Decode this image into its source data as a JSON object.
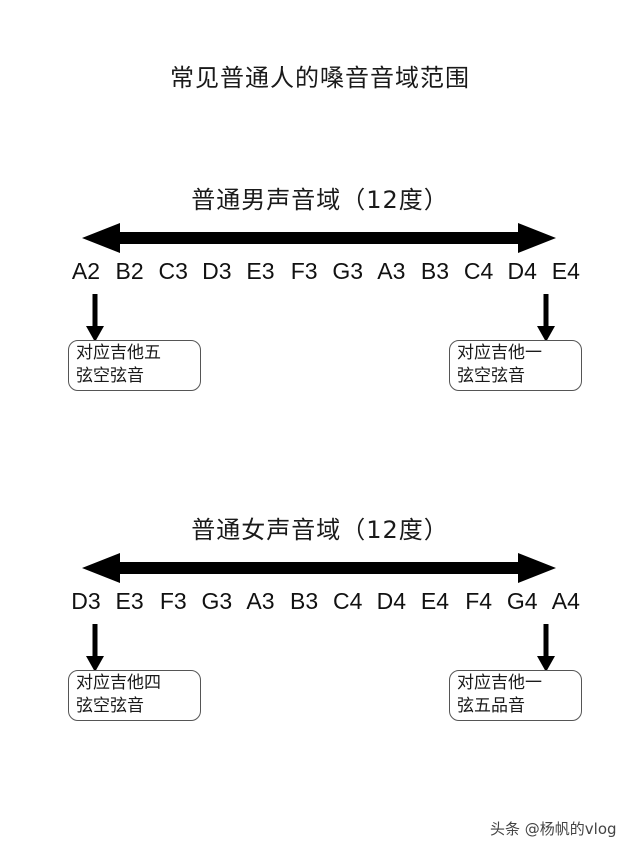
{
  "title": "常见普通人的嗓音音域范围",
  "sections": [
    {
      "id": "male",
      "heading": "普通男声音域（12度）",
      "notes": [
        "A2",
        "B2",
        "C3",
        "D3",
        "E3",
        "F3",
        "G3",
        "A3",
        "B3",
        "C4",
        "D4",
        "E4"
      ],
      "left_box": {
        "line1": "对应吉他五",
        "line2": "弦空弦音"
      },
      "right_box": {
        "line1": "对应吉他一",
        "line2": "弦空弦音"
      }
    },
    {
      "id": "female",
      "heading": "普通女声音域（12度）",
      "notes": [
        "D3",
        "E3",
        "F3",
        "G3",
        "A3",
        "B3",
        "C4",
        "D4",
        "E4",
        "F4",
        "G4",
        "A4"
      ],
      "left_box": {
        "line1": "对应吉他四",
        "line2": "弦空弦音"
      },
      "right_box": {
        "line1": "对应吉他一",
        "line2": "弦五品音"
      }
    }
  ],
  "watermark": "头条 @杨帆的vlog",
  "colors": {
    "arrow": "#000000",
    "box_border": "#555555",
    "background": "#ffffff"
  }
}
